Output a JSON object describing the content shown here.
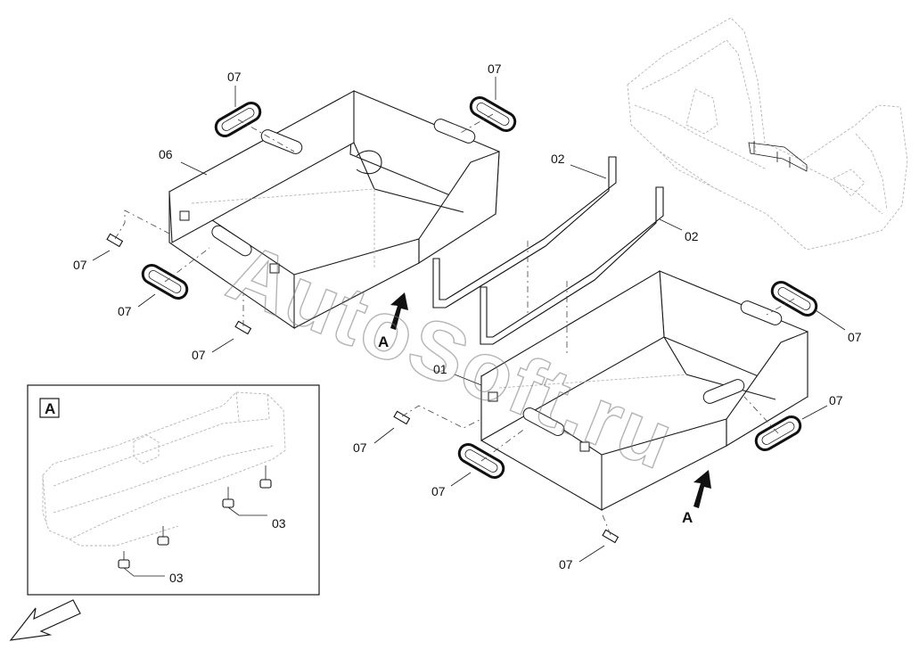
{
  "labels": {
    "tray_upper": "06",
    "tray_lower": "01",
    "bracket": "02",
    "grommet": "07",
    "foot": "03",
    "view": "A"
  },
  "inset": {
    "tag": "A"
  },
  "watermark": "AutoSoft.ru"
}
